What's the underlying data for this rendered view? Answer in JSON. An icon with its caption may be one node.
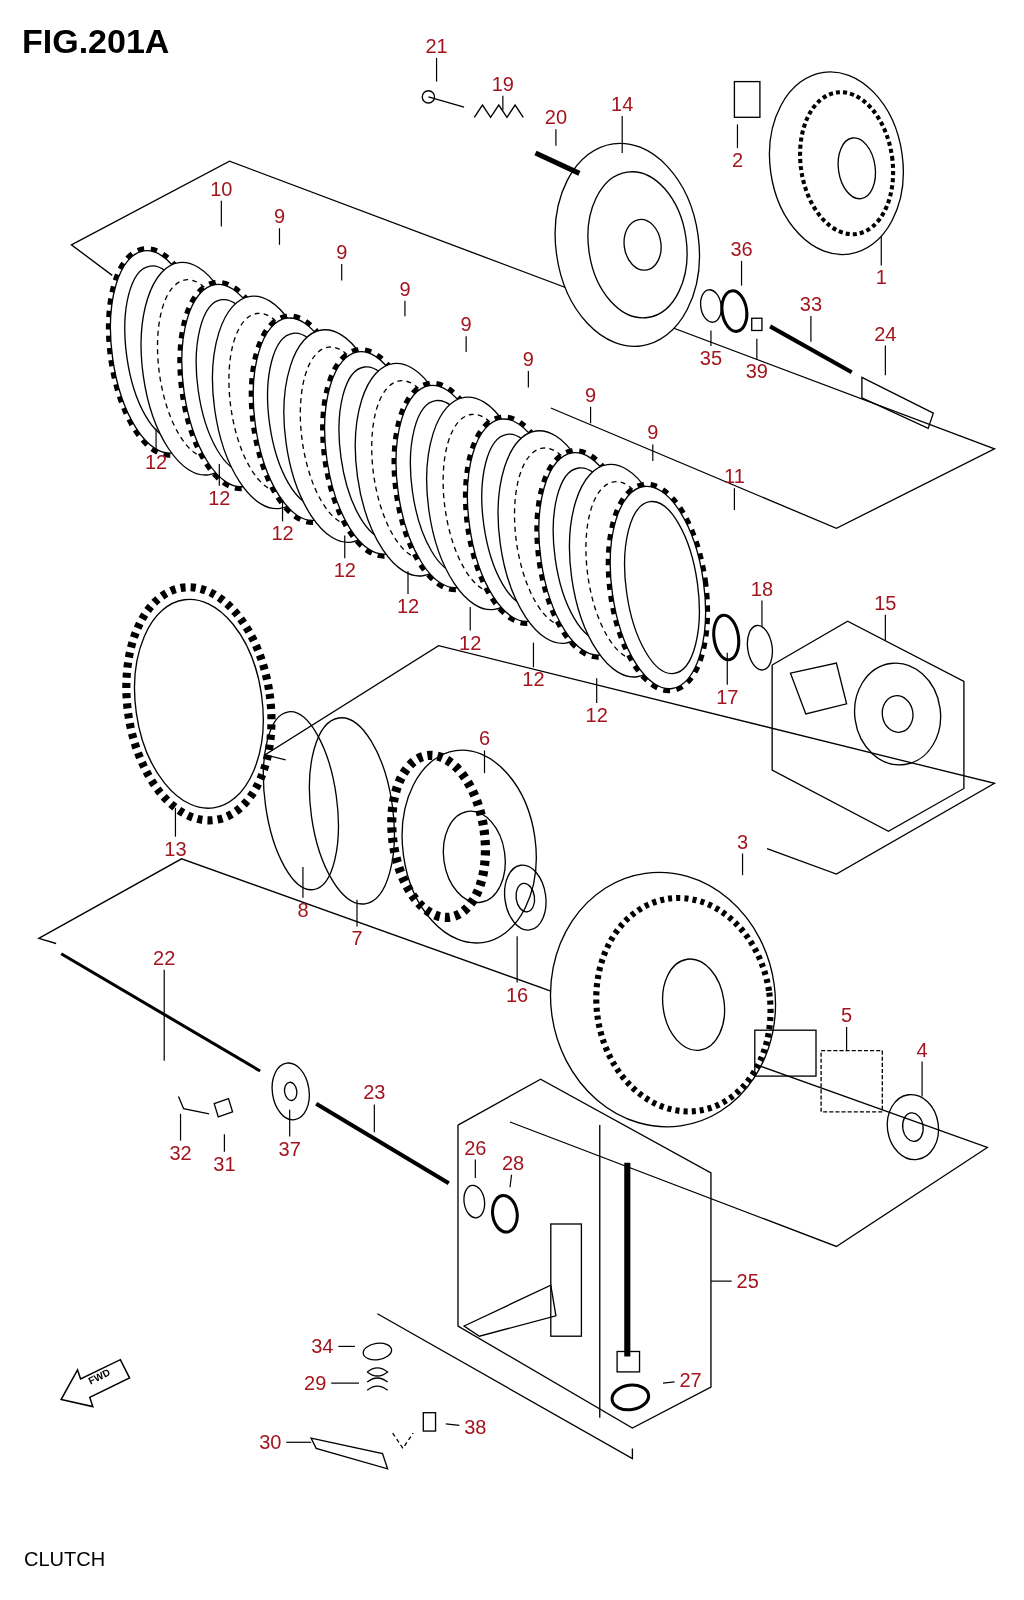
{
  "diagram": {
    "title": "FIG.201A",
    "caption": "CLUTCH",
    "nodes": [
      {
        "text": [
          "21"
        ]
      },
      {
        "text": [
          "19"
        ]
      },
      {
        "text": [
          "20"
        ]
      },
      {
        "text": [
          "14"
        ]
      },
      {
        "text": [
          "2"
        ]
      },
      {
        "text": [
          "1"
        ]
      },
      {
        "text": [
          "10"
        ]
      },
      {
        "text": [
          "9"
        ]
      },
      {
        "text": [
          "9"
        ]
      },
      {
        "text": [
          "9"
        ]
      },
      {
        "text": [
          "9"
        ]
      },
      {
        "text": [
          "9"
        ]
      },
      {
        "text": [
          "9"
        ]
      },
      {
        "text": [
          "9"
        ]
      },
      {
        "text": [
          "36"
        ]
      },
      {
        "text": [
          "33"
        ]
      },
      {
        "text": [
          "24"
        ]
      },
      {
        "text": [
          "35"
        ]
      },
      {
        "text": [
          "39"
        ]
      },
      {
        "text": [
          "12"
        ]
      },
      {
        "text": [
          "12"
        ]
      },
      {
        "text": [
          "12"
        ]
      },
      {
        "text": [
          "12"
        ]
      },
      {
        "text": [
          "12"
        ]
      },
      {
        "text": [
          "12"
        ]
      },
      {
        "text": [
          "12"
        ]
      },
      {
        "text": [
          "12"
        ]
      },
      {
        "text": [
          "11"
        ]
      },
      {
        "text": [
          "18"
        ]
      },
      {
        "text": [
          "15"
        ]
      },
      {
        "text": [
          "17"
        ]
      },
      {
        "text": [
          "6"
        ]
      },
      {
        "text": [
          "3"
        ]
      },
      {
        "text": [
          "13"
        ]
      },
      {
        "text": [
          "8"
        ]
      },
      {
        "text": [
          "7"
        ]
      },
      {
        "text": [
          "16"
        ]
      },
      {
        "text": [
          "22"
        ]
      },
      {
        "text": [
          "5"
        ]
      },
      {
        "text": [
          "4"
        ]
      },
      {
        "text": [
          "23"
        ]
      },
      {
        "text": [
          "32"
        ]
      },
      {
        "text": [
          "31"
        ]
      },
      {
        "text": [
          "37"
        ]
      },
      {
        "text": [
          "26"
        ]
      },
      {
        "text": [
          "28"
        ]
      },
      {
        "text": [
          "25"
        ]
      },
      {
        "text": [
          "34"
        ]
      },
      {
        "text": [
          "27"
        ]
      },
      {
        "text": [
          "29"
        ]
      },
      {
        "text": [
          "38"
        ]
      },
      {
        "text": [
          "30"
        ]
      }
    ],
    "edges": [
      {
        "from": 0,
        "to": null,
        "arrow": "none"
      },
      {
        "from": 1,
        "to": null,
        "arrow": "none"
      },
      {
        "from": 2,
        "to": null,
        "arrow": "none"
      },
      {
        "from": 3,
        "to": null,
        "arrow": "none"
      },
      {
        "from": 4,
        "to": null,
        "arrow": "none"
      },
      {
        "from": 5,
        "to": null,
        "arrow": "none"
      },
      {
        "from": 6,
        "to": null,
        "arrow": "none"
      },
      {
        "from": 7,
        "to": null,
        "arrow": "none"
      },
      {
        "from": 8,
        "to": null,
        "arrow": "none"
      },
      {
        "from": 9,
        "to": null,
        "arrow": "none"
      },
      {
        "from": 10,
        "to": null,
        "arrow": "none"
      },
      {
        "from": 11,
        "to": null,
        "arrow": "none"
      },
      {
        "from": 12,
        "to": null,
        "arrow": "none"
      },
      {
        "from": 13,
        "to": null,
        "arrow": "none"
      },
      {
        "from": 14,
        "to": null,
        "arrow": "none"
      },
      {
        "from": 15,
        "to": null,
        "arrow": "none"
      },
      {
        "from": 16,
        "to": null,
        "arrow": "none"
      },
      {
        "from": 17,
        "to": null,
        "arrow": "none"
      },
      {
        "from": 18,
        "to": null,
        "arrow": "none"
      },
      {
        "from": 19,
        "to": null,
        "arrow": "none"
      },
      {
        "from": 20,
        "to": null,
        "arrow": "none"
      },
      {
        "from": 21,
        "to": null,
        "arrow": "none"
      },
      {
        "from": 22,
        "to": null,
        "arrow": "none"
      },
      {
        "from": 23,
        "to": null,
        "arrow": "none"
      },
      {
        "from": 24,
        "to": null,
        "arrow": "none"
      },
      {
        "from": 25,
        "to": null,
        "arrow": "none"
      },
      {
        "from": 26,
        "to": null,
        "arrow": "none"
      },
      {
        "from": 27,
        "to": null,
        "arrow": "none"
      },
      {
        "from": 28,
        "to": null,
        "arrow": "none"
      },
      {
        "from": 29,
        "to": null,
        "arrow": "none"
      },
      {
        "from": 30,
        "to": null,
        "arrow": "none"
      },
      {
        "from": 31,
        "to": null,
        "arrow": "none"
      },
      {
        "from": 32,
        "to": null,
        "arrow": "none"
      },
      {
        "from": 33,
        "to": null,
        "arrow": "none"
      },
      {
        "from": 34,
        "to": null,
        "arrow": "none"
      },
      {
        "from": 35,
        "to": null,
        "arrow": "none"
      },
      {
        "from": 36,
        "to": null,
        "arrow": "none"
      },
      {
        "from": 37,
        "to": null,
        "arrow": "none"
      },
      {
        "from": 38,
        "to": null,
        "arrow": "none"
      },
      {
        "from": 39,
        "to": null,
        "arrow": "none"
      },
      {
        "from": 40,
        "to": null,
        "arrow": "none"
      },
      {
        "from": 41,
        "to": null,
        "arrow": "none"
      },
      {
        "from": 42,
        "to": null,
        "arrow": "none"
      },
      {
        "from": 43,
        "to": null,
        "arrow": "none"
      },
      {
        "from": 44,
        "to": null,
        "arrow": "none"
      },
      {
        "from": 45,
        "to": null,
        "arrow": "none"
      },
      {
        "from": 46,
        "to": null,
        "arrow": "none"
      },
      {
        "from": 47,
        "to": null,
        "arrow": "none"
      },
      {
        "from": 48,
        "to": null,
        "arrow": "none"
      },
      {
        "from": 49,
        "to": null,
        "arrow": "none"
      },
      {
        "from": 50,
        "to": null,
        "arrow": "none"
      },
      {
        "from": 51,
        "to": null,
        "arrow": "none"
      }
    ],
    "labels": [
      "FWD"
    ]
  }
}
